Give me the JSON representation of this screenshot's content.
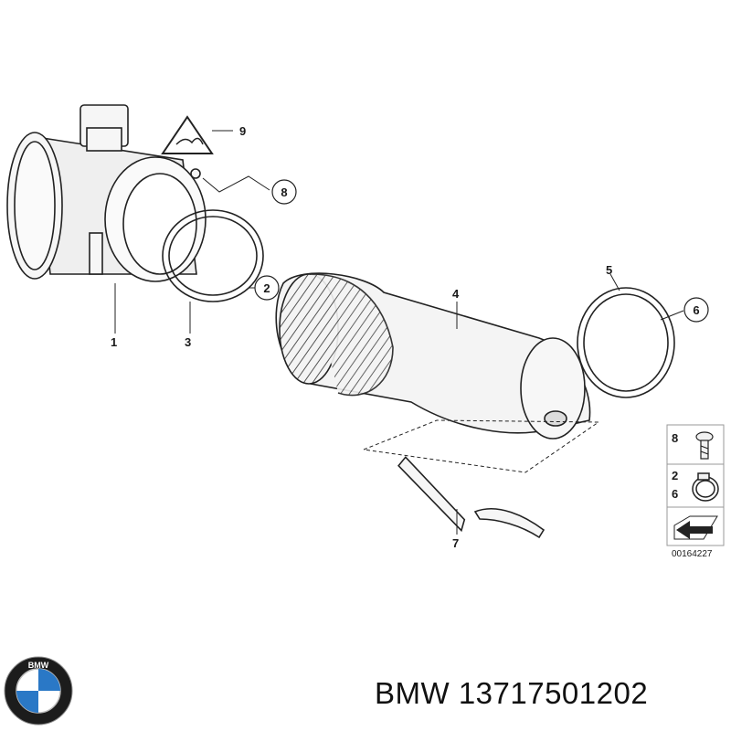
{
  "diagram": {
    "callouts": [
      {
        "id": "1",
        "label": "1"
      },
      {
        "id": "2",
        "label": "2"
      },
      {
        "id": "3",
        "label": "3"
      },
      {
        "id": "4",
        "label": "4"
      },
      {
        "id": "5",
        "label": "5"
      },
      {
        "id": "6",
        "label": "6"
      },
      {
        "id": "7",
        "label": "7"
      },
      {
        "id": "8",
        "label": "8"
      },
      {
        "id": "9",
        "label": "9"
      }
    ],
    "legend": {
      "items": [
        {
          "labels": [
            "8"
          ],
          "icon": "screw-icon"
        },
        {
          "labels": [
            "2",
            "6"
          ],
          "icon": "hose-clamp-icon"
        }
      ],
      "reference_number": "00164227"
    }
  },
  "brand": {
    "logo_letters": "BMW",
    "caption": "BMW 13717501202",
    "colors": {
      "blue": "#2a78c6",
      "ring": "#1c1c1c"
    }
  }
}
